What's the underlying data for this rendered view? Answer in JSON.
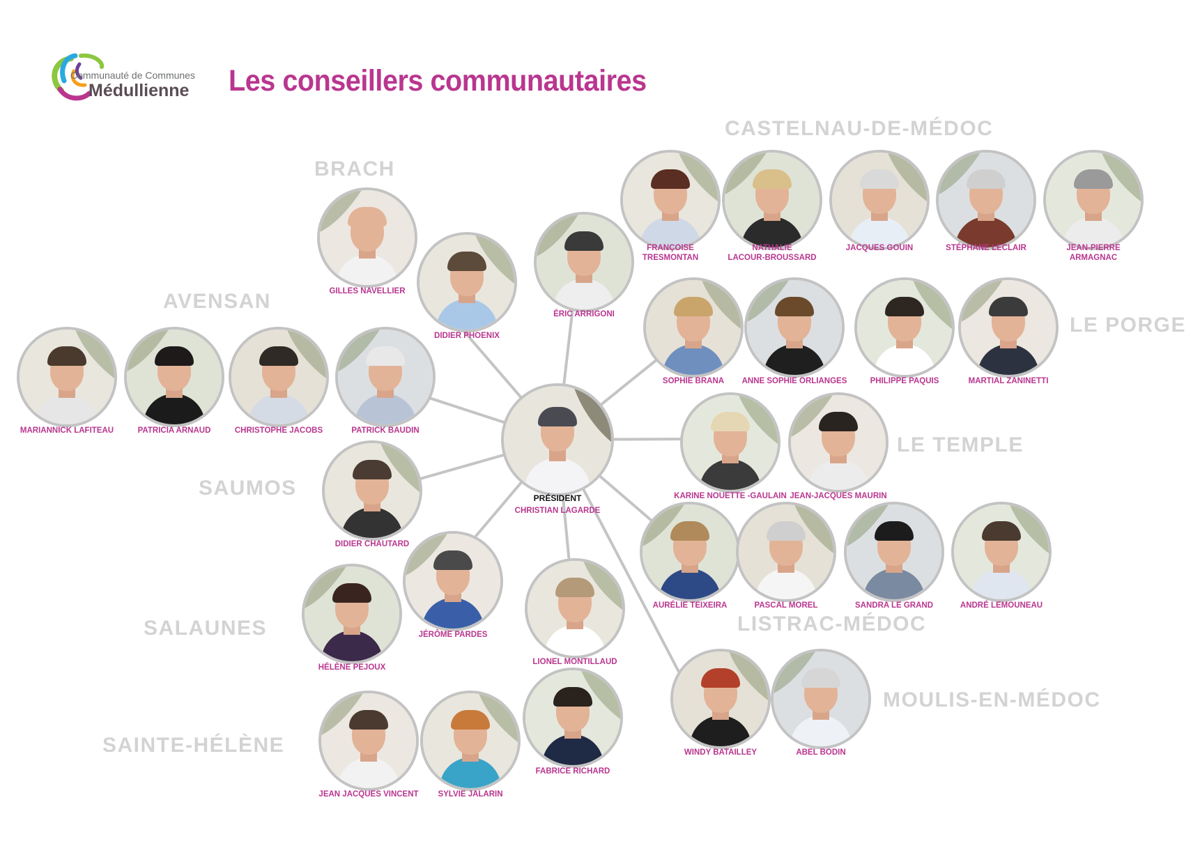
{
  "header": {
    "org_line1": "Communauté de Communes",
    "org_line2": "Médullienne",
    "title": "Les conseillers communautaires"
  },
  "logo_colors": [
    "#8dc63f",
    "#2aa9e0",
    "#b9368f",
    "#f6a01a",
    "#6b3f98"
  ],
  "accent_color": "#b9368f",
  "commune_color": "#d3d3d3",
  "communes": {
    "castelnau": "CASTELNAU-DE-MÉDOC",
    "brach": "BRACH",
    "avensan": "AVENSAN",
    "le_porge": "LE PORGE",
    "saumos": "SAUMOS",
    "le_temple": "LE TEMPLE",
    "listrac": "LISTRAC-MÉDOC",
    "salaunes": "SALAUNES",
    "moulis": "MOULIS-EN-MÉDOC",
    "sainte_helene": "SAINTE-HÉLÈNE"
  },
  "president": {
    "role": "PRÉSIDENT",
    "name": "CHRISTIAN LAGARDE",
    "hair": "#4a4a52",
    "shirt": "#f4f4f6"
  },
  "members": [
    {
      "name": "FRANÇOISE\nTRESMONTAN",
      "hair": "#5a2e22",
      "shirt": "#cfd8e6"
    },
    {
      "name": "NATHALIE\nLACOUR-BROUSSARD",
      "hair": "#d9c08a",
      "shirt": "#2b2b2b"
    },
    {
      "name": "JACQUES GOUIN",
      "hair": "#d9d9d9",
      "shirt": "#e8eef6"
    },
    {
      "name": "STÉPHANE LECLAIR",
      "hair": "#cfcfcf",
      "shirt": "#7a3b2e"
    },
    {
      "name": "JEAN-PIERRE\nARMAGNAC",
      "hair": "#9a9a9a",
      "shirt": "#ececec"
    },
    {
      "name": "GILLES NAVELLIER",
      "hair": "#e3b397",
      "shirt": "#f2f2f2"
    },
    {
      "name": "DIDIER PHOENIX",
      "hair": "#5c4a3a",
      "shirt": "#a9c8e8"
    },
    {
      "name": "ÉRIC ARRIGONI",
      "hair": "#3a3a3a",
      "shirt": "#eeeeee"
    },
    {
      "name": "SOPHIE BRANA",
      "hair": "#c9a56b",
      "shirt": "#6f8fbf"
    },
    {
      "name": "ANNE SOPHIE ORLIANGES",
      "hair": "#6a4a2a",
      "shirt": "#1f1f1f"
    },
    {
      "name": "PHILIPPE PAQUIS",
      "hair": "#2e2620",
      "shirt": "#ffffff"
    },
    {
      "name": "MARTIAL ZANINETTI",
      "hair": "#3b3b3b",
      "shirt": "#2c3240"
    },
    {
      "name": "MARIANNICK LAFITEAU",
      "hair": "#4a3a2e",
      "shirt": "#e6e6e6"
    },
    {
      "name": "PATRICIA ARNAUD",
      "hair": "#1e1a1a",
      "shirt": "#1b1b1b"
    },
    {
      "name": "CHRISTOPHE JACOBS",
      "hair": "#2f2a25",
      "shirt": "#d5dbe4"
    },
    {
      "name": "PATRICK BAUDIN",
      "hair": "#e8e8e8",
      "shirt": "#b8c4d6"
    },
    {
      "name": "KARINE NOUETTE -GAULAIN",
      "hair": "#e6d7b4",
      "shirt": "#3b3b3b"
    },
    {
      "name": "JEAN-JACQUES MAURIN",
      "hair": "#2a2420",
      "shirt": "#ececec"
    },
    {
      "name": "DIDIER CHAUTARD",
      "hair": "#4a3c32",
      "shirt": "#333333"
    },
    {
      "name": "AURÉLIE TEIXEIRA",
      "hair": "#b08a5a",
      "shirt": "#2d4a86"
    },
    {
      "name": "PASCAL MOREL",
      "hair": "#cfcfcf",
      "shirt": "#f5f5f5"
    },
    {
      "name": "SANDRA LE GRAND",
      "hair": "#1c1c1c",
      "shirt": "#7a8aa0"
    },
    {
      "name": "ANDRÉ LEMOUNEAU",
      "hair": "#4b3a2f",
      "shirt": "#dfe6ef"
    },
    {
      "name": "JÉRÔME PARDES",
      "hair": "#4a4a4a",
      "shirt": "#3a5fa8"
    },
    {
      "name": "LIONEL MONTILLAUD",
      "hair": "#b59a7a",
      "shirt": "#ffffff"
    },
    {
      "name": "HÉLÈNE PEJOUX",
      "hair": "#3a2420",
      "shirt": "#3c2a4a"
    },
    {
      "name": "WINDY BATAILLEY",
      "hair": "#b3402a",
      "shirt": "#1e1e1e"
    },
    {
      "name": "ABEL BODIN",
      "hair": "#d6d6d6",
      "shirt": "#eef2f7"
    },
    {
      "name": "FABRICE RICHARD",
      "hair": "#2a221c",
      "shirt": "#1f2a44"
    },
    {
      "name": "JEAN JACQUES VINCENT",
      "hair": "#4a3a30",
      "shirt": "#f2f2f2"
    },
    {
      "name": "SYLVIE JALARIN",
      "hair": "#c87a3a",
      "shirt": "#3aa3c8"
    }
  ]
}
